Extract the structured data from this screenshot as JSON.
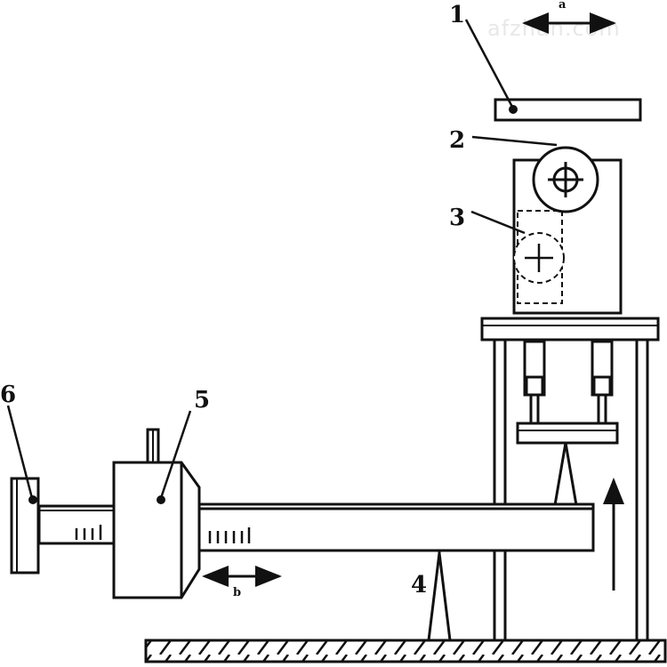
{
  "watermark": "afzhan.com",
  "labels": {
    "l1": "1",
    "l2": "2",
    "l3": "3",
    "l4": "4",
    "l5": "5",
    "l6": "6"
  },
  "motion_labels": {
    "a": "a",
    "b": "b"
  }
}
